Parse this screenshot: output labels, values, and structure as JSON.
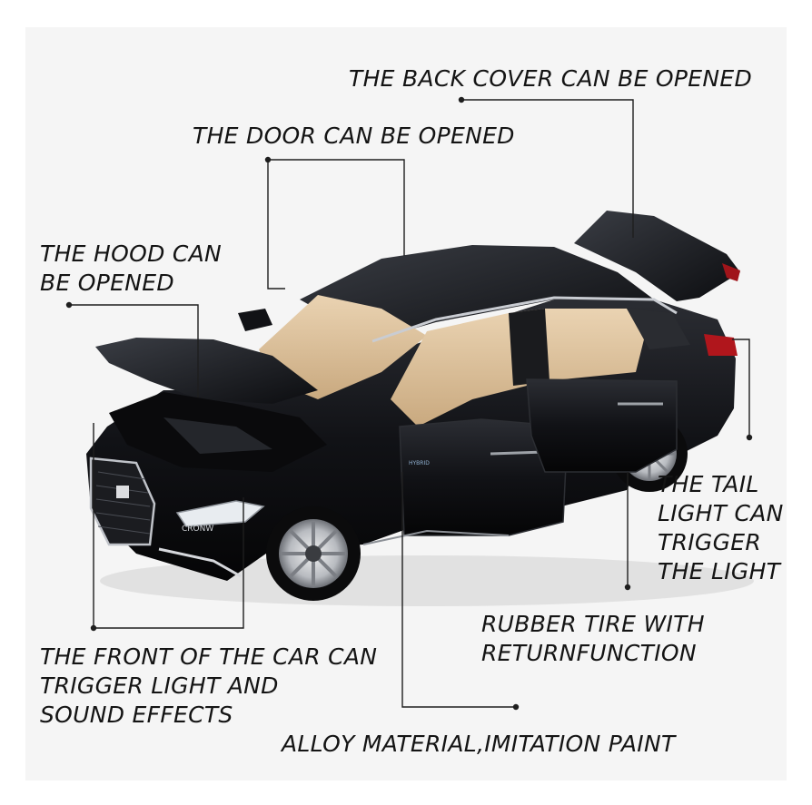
{
  "product": {
    "colors": {
      "body": "#101114",
      "interior": "#d9bd97",
      "background": "#f5f5f5",
      "text": "#141414"
    },
    "badge_text": "CRONW",
    "hybrid_badge": "HYBRID"
  },
  "callouts": {
    "back_cover": "THE BACK COVER CAN BE OPENED",
    "door": "THE DOOR CAN BE OPENED",
    "hood": {
      "line1": "THE HOOD CAN",
      "line2": "BE OPENED"
    },
    "tail_light": {
      "line1": "THE TAIL",
      "line2": "LIGHT CAN",
      "line3": "TRIGGER",
      "line4": "THE LIGHT"
    },
    "tire": {
      "line1": "RUBBER TIRE WITH",
      "line2": "RETURNFUNCTION"
    },
    "front": {
      "line1": "THE FRONT OF THE CAR CAN",
      "line2": "TRIGGER  LIGHT AND",
      "line3": "SOUND EFFECTS"
    },
    "alloy": "ALLOY MATERIAL,IMITATION PAINT"
  }
}
